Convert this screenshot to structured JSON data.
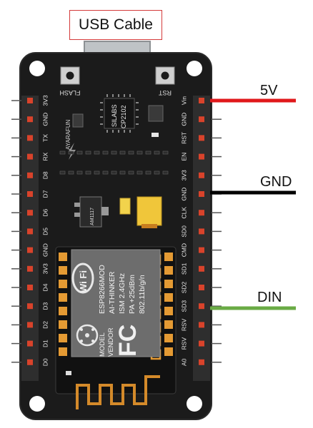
{
  "annotations": {
    "usb_cable": "USB Cable",
    "wire_5v": "5V",
    "wire_gnd": "GND",
    "wire_din": "DIN"
  },
  "colors": {
    "board": "#1b1b1b",
    "board_edge": "#2a2a2a",
    "header": "#2e2e2e",
    "pin_orange": "#e8733a",
    "pin_red": "#d9432b",
    "module_gold": "#e49a33",
    "wire_5v": "#e0181b",
    "wire_gnd": "#000000",
    "wire_din": "#6aab45"
  },
  "board": {
    "flash_label": "FLASH",
    "rst_label": "RST",
    "chip_line1": "SILABS",
    "chip_line2": "CP2102",
    "brand": "AYARAFUN",
    "regulator": "AM1117",
    "wifi_logo": "Wi Fi",
    "module_lines": [
      "ESP8266MOD",
      "AI-THINKER",
      "ISM 2.4GHz",
      "PA +25dBm",
      "802.11b/g/n"
    ],
    "vendor_lines": [
      "MODEL",
      "VENDOR"
    ],
    "fcc_mark": "FC",
    "left_pins": [
      "3V3",
      "GND",
      "TX",
      "RX",
      "D8",
      "D7",
      "D6",
      "D5",
      "GND",
      "3V3",
      "D4",
      "D3",
      "D2",
      "D1",
      "D0"
    ],
    "right_pins": [
      "Vin",
      "GND",
      "RST",
      "EN",
      "3V3",
      "GND",
      "CLK",
      "SD0",
      "CMD",
      "SD1",
      "SD2",
      "SD3",
      "RSV",
      "RSV",
      "A0"
    ]
  }
}
